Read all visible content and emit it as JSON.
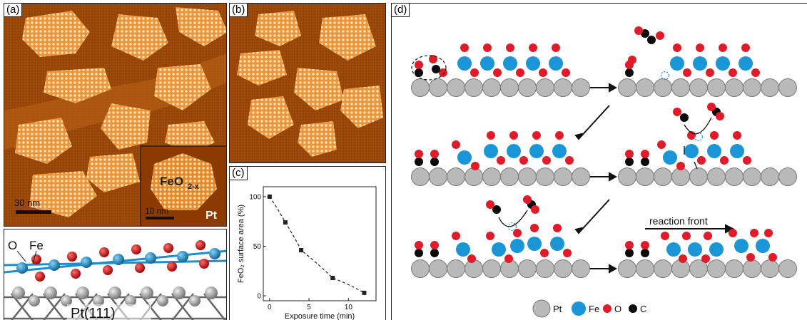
{
  "panels": {
    "a": {
      "label": "(a)",
      "scale_main": "30 nm",
      "inset_formula": "FeO",
      "inset_subscript": "2-x",
      "inset_pt": "Pt",
      "scale_inset": "10 nm"
    },
    "b": {
      "label": "(b)"
    },
    "model": {
      "o": "O",
      "fe": "Fe",
      "pt111": "Pt(111)"
    },
    "c": {
      "label": "(c)"
    },
    "d": {
      "label": "(d)",
      "reaction_front": "reaction front"
    }
  },
  "legend": {
    "pt": "Pt",
    "fe": "Fe",
    "o": "O",
    "c": "C"
  },
  "colors": {
    "o": "#e01b2a",
    "fe": "#1a95d6",
    "c": "#0a0a0a",
    "pt": "#b9b9b9",
    "stm_dark": "#8c3b00",
    "stm_light": "#f2a24a"
  },
  "chart_data": {
    "type": "scatter",
    "xlabel": "Exposure time (min)",
    "ylabel": "FeO₂ surface area (%)",
    "x": [
      0,
      2,
      4,
      8,
      12
    ],
    "y": [
      100,
      74,
      46,
      18,
      3
    ],
    "xlim": [
      -0.8,
      13.5
    ],
    "ylim": [
      -5,
      110
    ],
    "xticks": [
      "0",
      "5",
      "10"
    ],
    "yticks": [
      "0",
      "50",
      "100"
    ],
    "fit": "dashed",
    "grid": false
  }
}
